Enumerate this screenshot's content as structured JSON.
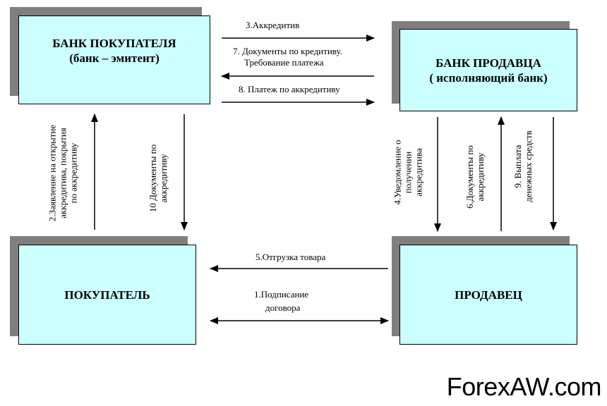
{
  "boxes": {
    "buyer_bank": {
      "line1": "БАНК ПОКУПАТЕЛЯ",
      "line2": "(банк – эмитент)"
    },
    "seller_bank": {
      "line1": "БАНК  ПРОДАВЦА",
      "line2": "( исполняющий банк)"
    },
    "buyer": {
      "line1": "ПОКУПАТЕЛЬ"
    },
    "seller": {
      "line1": "ПРОДАВЕЦ"
    }
  },
  "labels": {
    "step3": "3.Аккредитив",
    "step7_line1": "7. Документы по  кредитиву.",
    "step7_line2": "Требование платежа",
    "step8": "8. Платеж по аккредитиву",
    "step2_line1": "2.Заявление на открытие",
    "step2_line2": "аккредитива, покрытия",
    "step2_line3": "по аккредитиву",
    "step10_line1": "10 Документы по",
    "step10_line2": "аккредитиву",
    "step4_line1": "4.Уведомление о",
    "step4_line2": "получении",
    "step4_line3": "аккредитива",
    "step6_line1": "6.Документы по",
    "step6_line2": "аккредитиву",
    "step9_line1": "9. Выплата",
    "step9_line2": "денежных средств",
    "step5": "5.Отгрузка товара",
    "step1_line1": "1.Подписание",
    "step1_line2": "договора"
  },
  "watermark": "ForexAW.com"
}
